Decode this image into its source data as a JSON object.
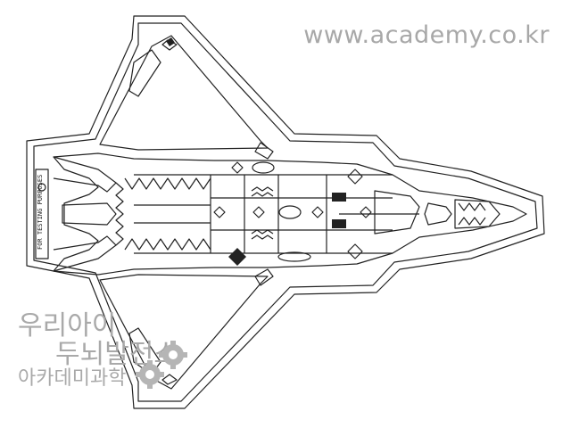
{
  "watermark": {
    "site_url": "www.academy.co.kr",
    "korean_line1": "우리아이",
    "korean_line2": "두뇌발전소",
    "korean_line3": "아카데미과학"
  },
  "figure": {
    "side_label": "FOR TESTING PURPOSES",
    "colors": {
      "line": "#222222",
      "watermark": "#a8a8a8"
    },
    "icons": [
      "gear-icon"
    ]
  }
}
